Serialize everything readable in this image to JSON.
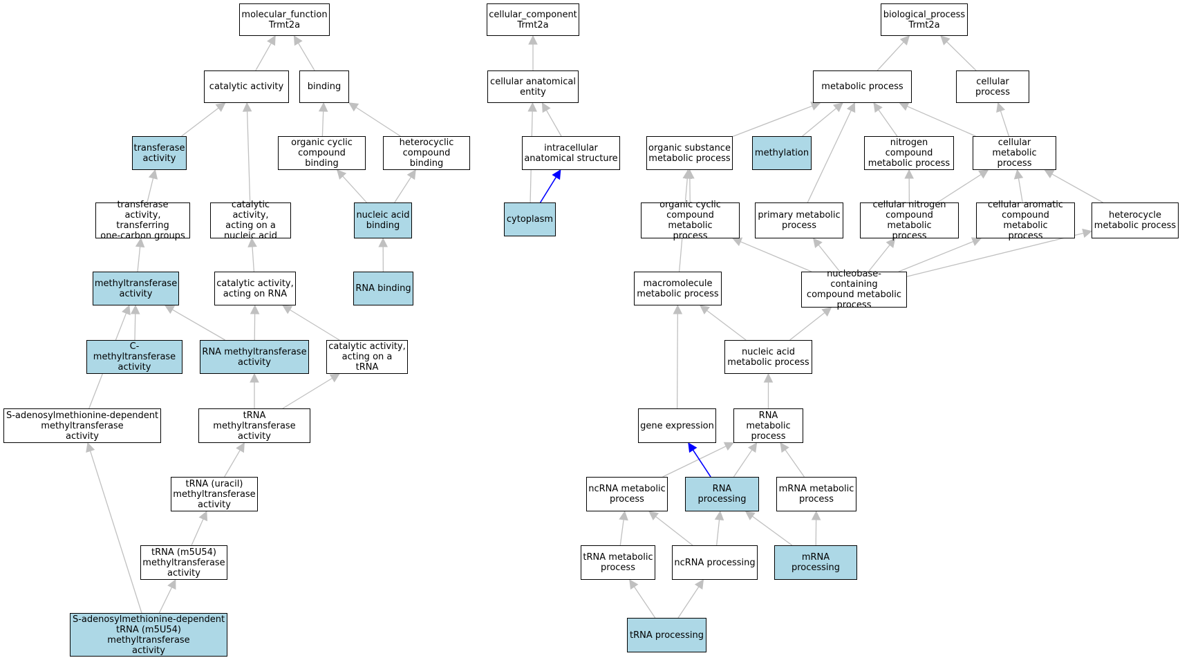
{
  "colors": {
    "highlight_fill": "#add8e6",
    "node_fill": "#ffffff",
    "node_border": "#000000",
    "edge_default": "#c0c0c0",
    "edge_highlight": "#0000ff"
  },
  "nodes": [
    {
      "id": "mf",
      "label": "molecular_function\nTrmt2a",
      "highlighted": false
    },
    {
      "id": "cat",
      "label": "catalytic activity",
      "highlighted": false
    },
    {
      "id": "bind",
      "label": "binding",
      "highlighted": false
    },
    {
      "id": "tfa",
      "label": "transferase\nactivity",
      "highlighted": true
    },
    {
      "id": "ocb",
      "label": "organic cyclic\ncompound binding",
      "highlighted": false
    },
    {
      "id": "hcb",
      "label": "heterocyclic\ncompound binding",
      "highlighted": false
    },
    {
      "id": "tfoc",
      "label": "transferase\nactivity, transferring\none-carbon groups",
      "highlighted": false
    },
    {
      "id": "canu",
      "label": "catalytic activity,\nacting on a\nnucleic acid",
      "highlighted": false
    },
    {
      "id": "nab",
      "label": "nucleic acid\nbinding",
      "highlighted": true
    },
    {
      "id": "mta",
      "label": "methyltransferase\nactivity",
      "highlighted": true
    },
    {
      "id": "carna",
      "label": "catalytic activity,\nacting on RNA",
      "highlighted": false
    },
    {
      "id": "rnab",
      "label": "RNA binding",
      "highlighted": true
    },
    {
      "id": "cmt",
      "label": "C-methyltransferase\nactivity",
      "highlighted": true
    },
    {
      "id": "rnamt",
      "label": "RNA methyltransferase\nactivity",
      "highlighted": true
    },
    {
      "id": "catrna",
      "label": "catalytic activity,\nacting on a\ntRNA",
      "highlighted": false
    },
    {
      "id": "samdep",
      "label": "S-adenosylmethionine-dependent\nmethyltransferase\nactivity",
      "highlighted": false
    },
    {
      "id": "trnamt",
      "label": "tRNA methyltransferase\nactivity",
      "highlighted": false
    },
    {
      "id": "turacil",
      "label": "tRNA (uracil)\nmethyltransferase\nactivity",
      "highlighted": false
    },
    {
      "id": "tm5u",
      "label": "tRNA (m5U54)\nmethyltransferase\nactivity",
      "highlighted": false
    },
    {
      "id": "samm5u",
      "label": "S-adenosylmethionine-dependent\ntRNA (m5U54)\nmethyltransferase\nactivity",
      "highlighted": true
    },
    {
      "id": "cc",
      "label": "cellular_component\nTrmt2a",
      "highlighted": false
    },
    {
      "id": "cae",
      "label": "cellular anatomical\nentity",
      "highlighted": false
    },
    {
      "id": "ias",
      "label": "intracellular\nanatomical structure",
      "highlighted": false
    },
    {
      "id": "cyto",
      "label": "cytoplasm",
      "highlighted": true
    },
    {
      "id": "bp",
      "label": "biological_process\nTrmt2a",
      "highlighted": false
    },
    {
      "id": "mp",
      "label": "metabolic process",
      "highlighted": false
    },
    {
      "id": "cp",
      "label": "cellular process",
      "highlighted": false
    },
    {
      "id": "osmp",
      "label": "organic substance\nmetabolic process",
      "highlighted": false
    },
    {
      "id": "meth",
      "label": "methylation",
      "highlighted": true
    },
    {
      "id": "ncmp",
      "label": "nitrogen compound\nmetabolic process",
      "highlighted": false
    },
    {
      "id": "cmp",
      "label": "cellular metabolic\nprocess",
      "highlighted": false
    },
    {
      "id": "occmp",
      "label": "organic cyclic\ncompound metabolic\nprocess",
      "highlighted": false
    },
    {
      "id": "pmp",
      "label": "primary metabolic\nprocess",
      "highlighted": false
    },
    {
      "id": "cncmp",
      "label": "cellular nitrogen\ncompound metabolic\nprocess",
      "highlighted": false
    },
    {
      "id": "cacmp",
      "label": "cellular aromatic\ncompound metabolic\nprocess",
      "highlighted": false
    },
    {
      "id": "hmp",
      "label": "heterocycle\nmetabolic process",
      "highlighted": false
    },
    {
      "id": "macro",
      "label": "macromolecule\nmetabolic process",
      "highlighted": false
    },
    {
      "id": "nbcmp",
      "label": "nucleobase-containing\ncompound metabolic\nprocess",
      "highlighted": false
    },
    {
      "id": "namp",
      "label": "nucleic acid\nmetabolic process",
      "highlighted": false
    },
    {
      "id": "ge",
      "label": "gene expression",
      "highlighted": false
    },
    {
      "id": "rnamp",
      "label": "RNA metabolic\nprocess",
      "highlighted": false
    },
    {
      "id": "ncrnamp",
      "label": "ncRNA metabolic\nprocess",
      "highlighted": false
    },
    {
      "id": "rnaproc",
      "label": "RNA processing",
      "highlighted": true
    },
    {
      "id": "mrnamp",
      "label": "mRNA metabolic\nprocess",
      "highlighted": false
    },
    {
      "id": "trnamp",
      "label": "tRNA metabolic\nprocess",
      "highlighted": false
    },
    {
      "id": "ncrnaproc",
      "label": "ncRNA processing",
      "highlighted": false
    },
    {
      "id": "mrnaproc",
      "label": "mRNA processing",
      "highlighted": true
    },
    {
      "id": "trnaproc",
      "label": "tRNA processing",
      "highlighted": true
    }
  ],
  "edges": [
    {
      "from": "cat",
      "to": "mf"
    },
    {
      "from": "bind",
      "to": "mf"
    },
    {
      "from": "tfa",
      "to": "cat"
    },
    {
      "from": "canu",
      "to": "cat"
    },
    {
      "from": "ocb",
      "to": "bind"
    },
    {
      "from": "hcb",
      "to": "bind"
    },
    {
      "from": "tfoc",
      "to": "tfa"
    },
    {
      "from": "nab",
      "to": "ocb"
    },
    {
      "from": "nab",
      "to": "hcb"
    },
    {
      "from": "mta",
      "to": "tfoc"
    },
    {
      "from": "carna",
      "to": "canu"
    },
    {
      "from": "rnab",
      "to": "nab"
    },
    {
      "from": "cmt",
      "to": "mta"
    },
    {
      "from": "rnamt",
      "to": "mta"
    },
    {
      "from": "rnamt",
      "to": "carna"
    },
    {
      "from": "catrna",
      "to": "carna"
    },
    {
      "from": "samdep",
      "to": "mta"
    },
    {
      "from": "trnamt",
      "to": "rnamt"
    },
    {
      "from": "trnamt",
      "to": "catrna"
    },
    {
      "from": "turacil",
      "to": "trnamt"
    },
    {
      "from": "tm5u",
      "to": "turacil"
    },
    {
      "from": "samm5u",
      "to": "tm5u"
    },
    {
      "from": "samm5u",
      "to": "samdep"
    },
    {
      "from": "cae",
      "to": "cc"
    },
    {
      "from": "ias",
      "to": "cae"
    },
    {
      "from": "cyto",
      "to": "cae"
    },
    {
      "from": "cyto",
      "to": "ias",
      "highlighted": true
    },
    {
      "from": "mp",
      "to": "bp"
    },
    {
      "from": "cp",
      "to": "bp"
    },
    {
      "from": "osmp",
      "to": "mp"
    },
    {
      "from": "meth",
      "to": "mp"
    },
    {
      "from": "ncmp",
      "to": "mp"
    },
    {
      "from": "cmp",
      "to": "mp"
    },
    {
      "from": "pmp",
      "to": "mp"
    },
    {
      "from": "cmp",
      "to": "cp"
    },
    {
      "from": "occmp",
      "to": "osmp"
    },
    {
      "from": "cncmp",
      "to": "ncmp"
    },
    {
      "from": "cncmp",
      "to": "cmp"
    },
    {
      "from": "cacmp",
      "to": "cmp"
    },
    {
      "from": "hmp",
      "to": "cmp"
    },
    {
      "from": "macro",
      "to": "osmp"
    },
    {
      "from": "nbcmp",
      "to": "occmp"
    },
    {
      "from": "nbcmp",
      "to": "pmp"
    },
    {
      "from": "nbcmp",
      "to": "cncmp"
    },
    {
      "from": "nbcmp",
      "to": "cacmp"
    },
    {
      "from": "nbcmp",
      "to": "hmp"
    },
    {
      "from": "namp",
      "to": "macro"
    },
    {
      "from": "namp",
      "to": "nbcmp"
    },
    {
      "from": "ge",
      "to": "macro"
    },
    {
      "from": "rnamp",
      "to": "namp"
    },
    {
      "from": "ncrnamp",
      "to": "rnamp"
    },
    {
      "from": "rnaproc",
      "to": "rnamp"
    },
    {
      "from": "mrnamp",
      "to": "rnamp"
    },
    {
      "from": "rnaproc",
      "to": "ge",
      "highlighted": true
    },
    {
      "from": "trnamp",
      "to": "ncrnamp"
    },
    {
      "from": "ncrnaproc",
      "to": "ncrnamp"
    },
    {
      "from": "ncrnaproc",
      "to": "rnaproc"
    },
    {
      "from": "mrnaproc",
      "to": "rnaproc"
    },
    {
      "from": "mrnaproc",
      "to": "mrnamp"
    },
    {
      "from": "trnaproc",
      "to": "trnamp"
    },
    {
      "from": "trnaproc",
      "to": "ncrnaproc"
    }
  ]
}
